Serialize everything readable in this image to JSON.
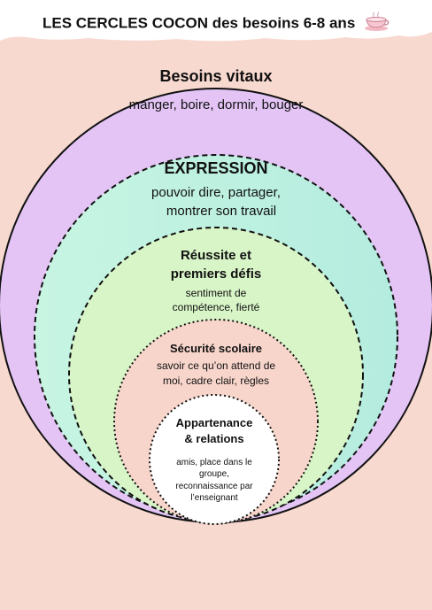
{
  "header": {
    "title": "LES CERCLES COCON des besoins 6-8 ans",
    "icon": "teacup-icon"
  },
  "colors": {
    "background": "#f8d9d0",
    "banner": "#ffffff",
    "circle_vitaux": "#e3c4f5",
    "circle_expression_left": "#c8f5e2",
    "circle_expression_right": "#b4ecdf",
    "circle_reussite": "#d8f5c7",
    "circle_securite": "#f7d5cb",
    "circle_appartenance": "#ffffff"
  },
  "circles": {
    "vitaux": {
      "title": "Besoins vitaux",
      "text": "manger, boire, dormir, bouger"
    },
    "expression": {
      "title": "EXPRESSION",
      "text_line1": "pouvoir dire, partager,",
      "text_line2": "montrer son travail"
    },
    "reussite": {
      "title_line1": "Réussite et",
      "title_line2": "premiers défis",
      "text_line1": "sentiment de",
      "text_line2": "compétence, fierté"
    },
    "securite": {
      "title": "Sécurité scolaire",
      "text_line1": "savoir ce qu’on attend de",
      "text_line2": "moi, cadre clair, règles"
    },
    "appartenance": {
      "title_line1": "Appartenance",
      "title_line2": "& relations",
      "text_line1": "amis, place dans le",
      "text_line2": "groupe,",
      "text_line3": "reconnaissance par",
      "text_line4": "l’enseignant"
    }
  }
}
